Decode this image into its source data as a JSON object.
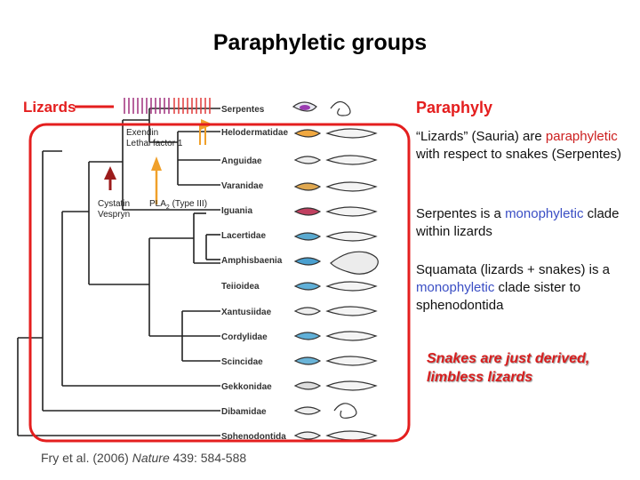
{
  "title": "Paraphyletic groups",
  "lizards_label": "Lizards",
  "paraphyly": {
    "heading": "Paraphyly",
    "p1_a": "“Lizards” (Sauria) are ",
    "p1_b": "paraphyletic",
    "p1_c": " with respect to snakes (Serpentes)",
    "p2_a": "Serpentes is a ",
    "p2_b": "monophyletic",
    "p2_c": " clade within lizards",
    "p3_a": "Squamata (lizards + snakes) is a ",
    "p3_b": "monophyletic",
    "p3_c": " clade sister to sphenodontida",
    "conclusion": "Snakes are just derived, limbless lizards"
  },
  "tree": {
    "taxa": [
      "Serpentes",
      "Helodermatidae",
      "Anguidae",
      "Varanidae",
      "Iguania",
      "Lacertidae",
      "Amphisbaenia",
      "Teiioidea",
      "Xantusiidae",
      "Cordylidae",
      "Scincidae",
      "Gekkonidae",
      "Dibamidae",
      "Sphenodontida"
    ],
    "annotations": {
      "exendin": "Exendin",
      "lethal_factor": "Lethal factor 1",
      "cystatin": "Cystatin",
      "vespryn": "Vespryn",
      "pla2_prefix": "PLA",
      "pla2_sub": "2",
      "pla2_suffix": " (Type III)"
    }
  },
  "citation": {
    "authors": "Fry et al. (2006) ",
    "journal": "Nature",
    "ref": " 439: 584-588"
  },
  "colors": {
    "red": "#e41e1e",
    "blue": "#3a4ec4",
    "orange": "#f0a02a",
    "purple": "#a0307c",
    "darkred": "#9c1c1c"
  }
}
